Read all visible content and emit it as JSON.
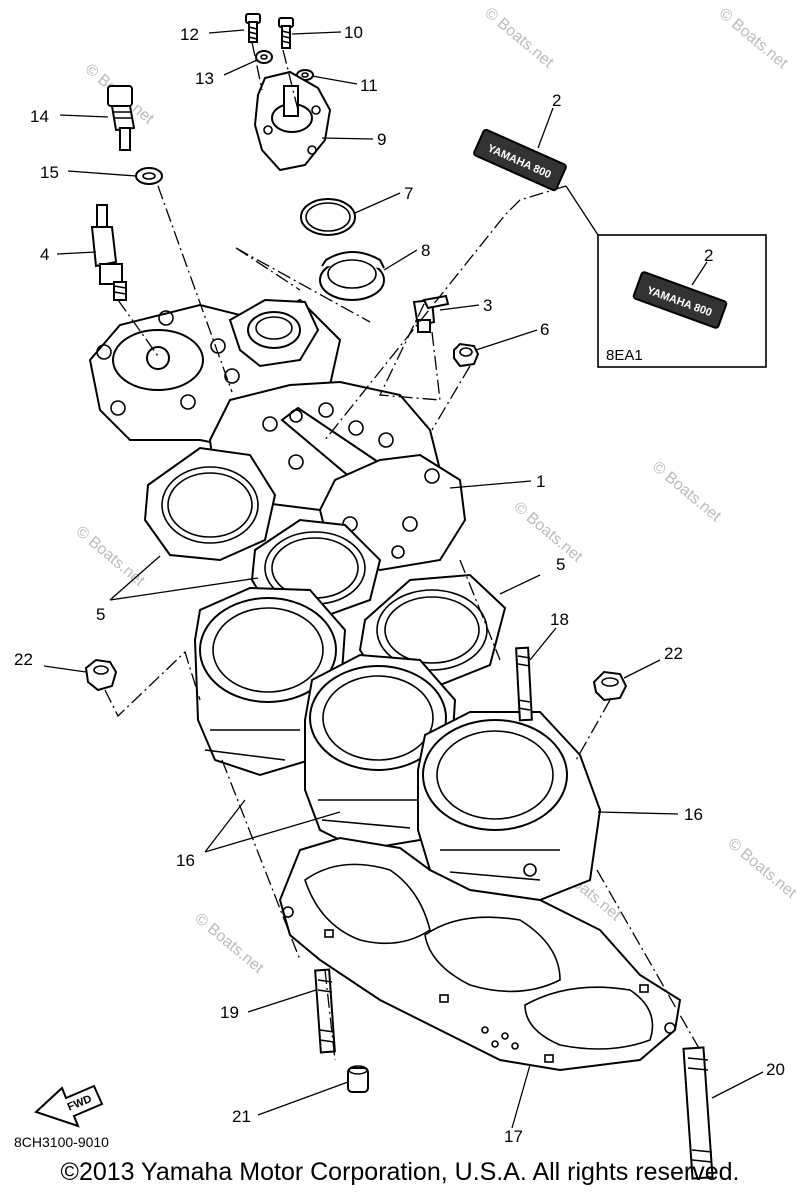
{
  "diagram": {
    "callouts": [
      {
        "id": "c1",
        "label": "1"
      },
      {
        "id": "c2a",
        "label": "2"
      },
      {
        "id": "c2b",
        "label": "2"
      },
      {
        "id": "c3",
        "label": "3"
      },
      {
        "id": "c4",
        "label": "4"
      },
      {
        "id": "c5a",
        "label": "5"
      },
      {
        "id": "c5b",
        "label": "5"
      },
      {
        "id": "c6",
        "label": "6"
      },
      {
        "id": "c7",
        "label": "7"
      },
      {
        "id": "c8",
        "label": "8"
      },
      {
        "id": "c9",
        "label": "9"
      },
      {
        "id": "c10",
        "label": "10"
      },
      {
        "id": "c11",
        "label": "11"
      },
      {
        "id": "c12",
        "label": "12"
      },
      {
        "id": "c13",
        "label": "13"
      },
      {
        "id": "c14",
        "label": "14"
      },
      {
        "id": "c15",
        "label": "15"
      },
      {
        "id": "c16a",
        "label": "16"
      },
      {
        "id": "c16b",
        "label": "16"
      },
      {
        "id": "c17",
        "label": "17"
      },
      {
        "id": "c18",
        "label": "18"
      },
      {
        "id": "c19",
        "label": "19"
      },
      {
        "id": "c20",
        "label": "20"
      },
      {
        "id": "c21",
        "label": "21"
      },
      {
        "id": "c22a",
        "label": "22"
      },
      {
        "id": "c22b",
        "label": "22"
      }
    ],
    "decal_text": "YAMAHA 800",
    "variant_code": "8EA1",
    "fwd_label": "FWD",
    "diagram_code": "8CH3100-9010",
    "watermark": "© Boats.net",
    "copyright": "©2013 Yamaha Motor Corporation, U.S.A. All rights reserved."
  }
}
